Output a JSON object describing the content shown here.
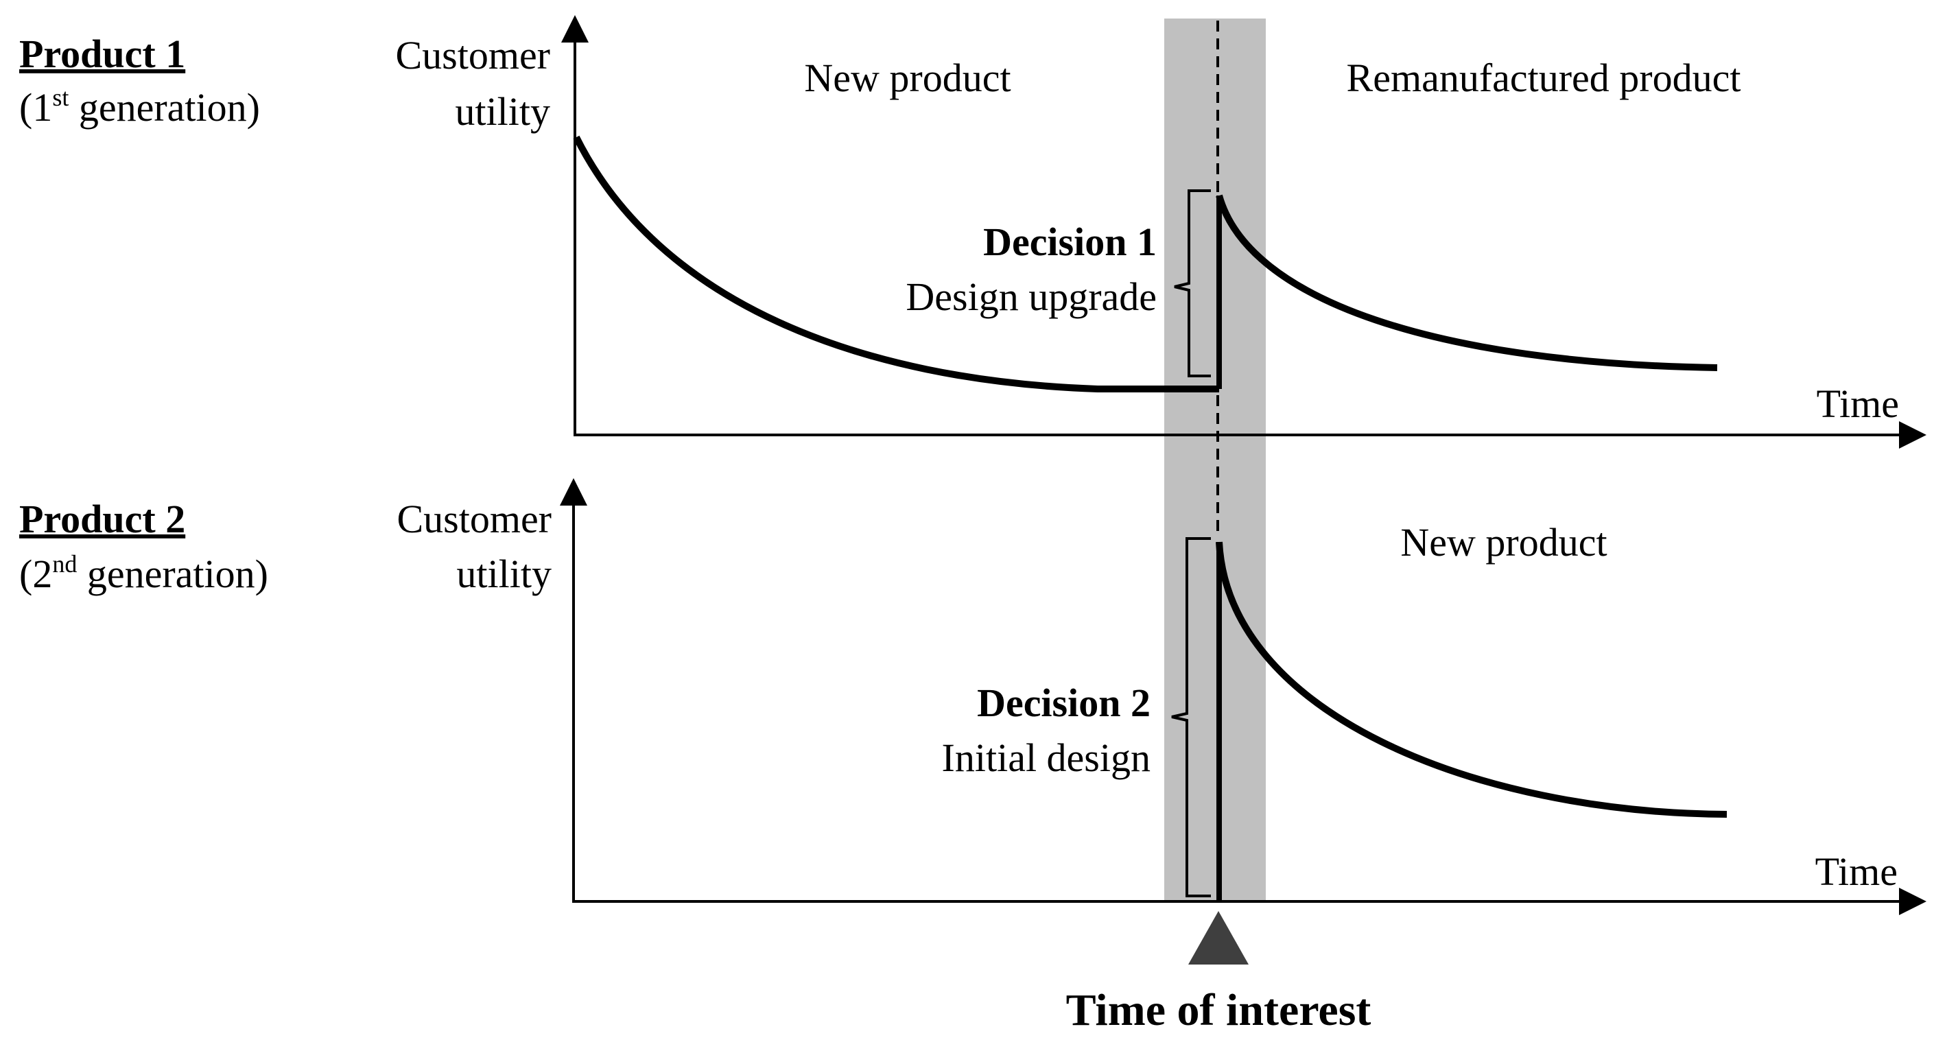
{
  "product1": {
    "title": "Product 1",
    "gen_open": "(1",
    "gen_sup": "st",
    "gen_rest": " generation)",
    "y_label_line1": "Customer",
    "y_label_line2": "utility",
    "x_label": "Time",
    "region_left": "New product",
    "region_right": "Remanufactured product",
    "decision_title": "Decision 1",
    "decision_text": "Design upgrade"
  },
  "product2": {
    "title": "Product 2",
    "gen_open": "(2",
    "gen_sup": "nd",
    "gen_rest": " generation)",
    "y_label_line1": "Customer",
    "y_label_line2": "utility",
    "x_label": "Time",
    "region_right": "New product",
    "decision_title": "Decision 2",
    "decision_text": "Initial design"
  },
  "marker_label": "Time of interest",
  "colors": {
    "band": "#c0c0c0",
    "line": "#000000",
    "marker": "#3f3f3f"
  }
}
